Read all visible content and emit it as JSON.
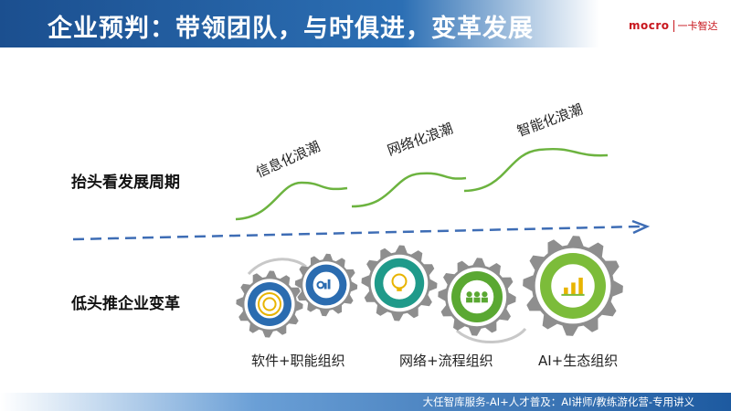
{
  "header": {
    "title": "企业预判：带领团队，与时俱进，变革发展",
    "logo_word": "mocro",
    "logo_cn": "一卡智达"
  },
  "rows": {
    "look_up": "抬头看发展周期",
    "look_down": "低头推企业变革"
  },
  "waves": [
    {
      "label": "信息化浪潮"
    },
    {
      "label": "网络化浪潮"
    },
    {
      "label": "智能化浪潮"
    }
  ],
  "gear_captions": [
    {
      "label": "软件+职能组织"
    },
    {
      "label": "网络+流程组织"
    },
    {
      "label": "AI+生态组织"
    }
  ],
  "footer": {
    "text": "大任智库服务-AI+人才普及：AI讲师/教练游化营-专用讲义"
  },
  "colors": {
    "header_blue": "#1b4f8f",
    "wave_green": "#6cb33f",
    "arrow_blue": "#3e6db5",
    "gear_blue": "#2b6cb0",
    "gear_teal": "#1f9a8a",
    "gear_green": "#5aa832",
    "gear_light_green": "#7cbc3a",
    "gear_gray": "#8e8e8e"
  }
}
